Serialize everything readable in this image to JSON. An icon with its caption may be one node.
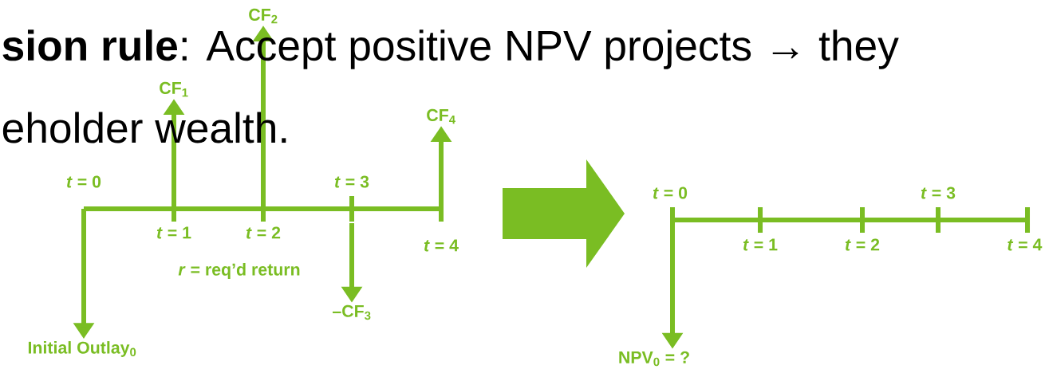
{
  "diagram": {
    "nodes": [
      {
        "text": [
          "CF$_{1}$"
        ]
      },
      {
        "text": [
          "CF$_{2}$"
        ]
      },
      {
        "text": [
          "–CF$_{3}$"
        ]
      },
      {
        "text": [
          "CF$_{4}$"
        ]
      },
      {
        "text": [
          "Initial Outlay$_{0}$"
        ]
      },
      {
        "text": [
          "NPV$_{0}$ = ?"
        ]
      }
    ],
    "edges": [
      {
        "from": null,
        "to": 0,
        "arrow": "to"
      },
      {
        "from": null,
        "to": 1,
        "arrow": "to"
      },
      {
        "from": null,
        "to": 2,
        "arrow": "to"
      },
      {
        "from": null,
        "to": 3,
        "arrow": "to"
      },
      {
        "from": null,
        "to": 4,
        "arrow": "to"
      },
      {
        "from": null,
        "to": 5,
        "arrow": "to"
      }
    ],
    "labels": [
      "**sion rule**: Accept positive NPV projects → they",
      "eholder wealth.",
      "*t* = 0",
      "*t* = 3",
      "*t* = 1",
      "*t* = 2",
      "*t* = 4",
      "*r* = req’d return",
      "*t* = 0",
      "*t* = 3",
      "*t* = 1",
      "*t* = 2",
      "*t* = 4"
    ]
  }
}
